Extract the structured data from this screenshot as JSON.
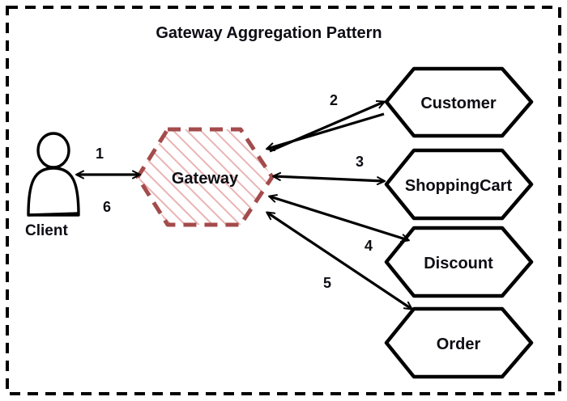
{
  "diagram": {
    "title": "Gateway Aggregation Pattern",
    "border_color": "#000000",
    "border_style": "dashed",
    "actor": {
      "label": "Client",
      "icon": "person-icon",
      "color": "#000000"
    },
    "gateway": {
      "label": "Gateway",
      "shape": "hexagon",
      "outline_color": "#a44b4b",
      "outline_style": "dashed",
      "fill_pattern": "diagonal-hatch",
      "hatch_color": "#e8b0b0"
    },
    "services": [
      {
        "label": "Customer",
        "shape": "hexagon",
        "outline_color": "#000000"
      },
      {
        "label": "ShoppingCart",
        "shape": "hexagon",
        "outline_color": "#000000"
      },
      {
        "label": "Discount",
        "shape": "hexagon",
        "outline_color": "#000000"
      },
      {
        "label": "Order",
        "shape": "hexagon",
        "outline_color": "#000000"
      }
    ],
    "connections": [
      {
        "id": "1",
        "label": "1",
        "from": "Client",
        "to": "Gateway",
        "arrow": "double"
      },
      {
        "id": "6",
        "label": "6",
        "from": "Gateway",
        "to": "Client",
        "arrow": "double"
      },
      {
        "id": "2",
        "label": "2",
        "from": "Gateway",
        "to": "Customer",
        "arrow": "double"
      },
      {
        "id": "3",
        "label": "3",
        "from": "Gateway",
        "to": "ShoppingCart",
        "arrow": "double"
      },
      {
        "id": "4",
        "label": "4",
        "from": "Gateway",
        "to": "Discount",
        "arrow": "double"
      },
      {
        "id": "5",
        "label": "5",
        "from": "Gateway",
        "to": "Order",
        "arrow": "double"
      }
    ]
  }
}
